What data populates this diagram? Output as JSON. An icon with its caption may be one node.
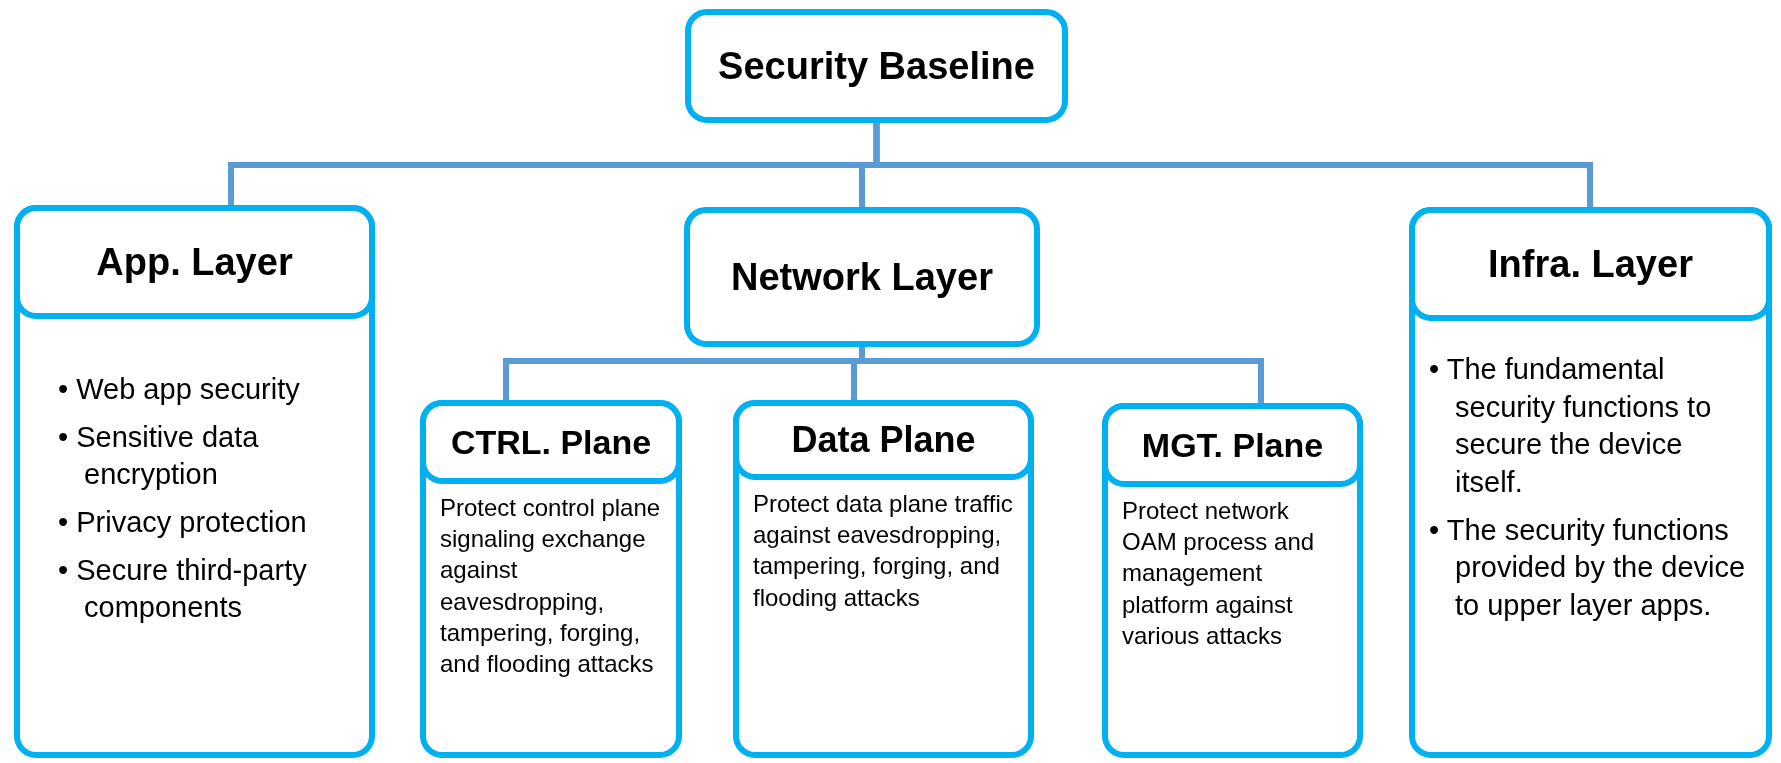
{
  "diagram": {
    "nodes": [
      {
        "text": [
          "Security Baseline"
        ]
      },
      {
        "text": [
          "App. Layer",
          "• Web app security",
          "• Sensitive data encryption",
          "• Privacy protection",
          "• Secure third-party components"
        ]
      },
      {
        "text": [
          "Network Layer"
        ]
      },
      {
        "text": [
          "Infra. Layer",
          "• The fundamental security functions to secure the device itself.",
          "• The security functions provided by the device to upper layer apps."
        ]
      },
      {
        "text": [
          "CTRL. Plane",
          "Protect control plane signaling exchange against eavesdropping, tampering, forging, and flooding attacks"
        ]
      },
      {
        "text": [
          "Data Plane",
          "Protect data plane traffic against eavesdropping, tampering, forging, and flooding attacks"
        ]
      },
      {
        "text": [
          "MGT. Plane",
          "Protect network OAM process and management platform against various attacks"
        ]
      }
    ],
    "edges": [
      {
        "from": 0,
        "to": 1,
        "arrow": "none"
      },
      {
        "from": 0,
        "to": 2,
        "arrow": "none"
      },
      {
        "from": 0,
        "to": 3,
        "arrow": "none"
      },
      {
        "from": 2,
        "to": 4,
        "arrow": "none"
      },
      {
        "from": 2,
        "to": 5,
        "arrow": "none"
      },
      {
        "from": 2,
        "to": 6,
        "arrow": "none"
      }
    ]
  }
}
